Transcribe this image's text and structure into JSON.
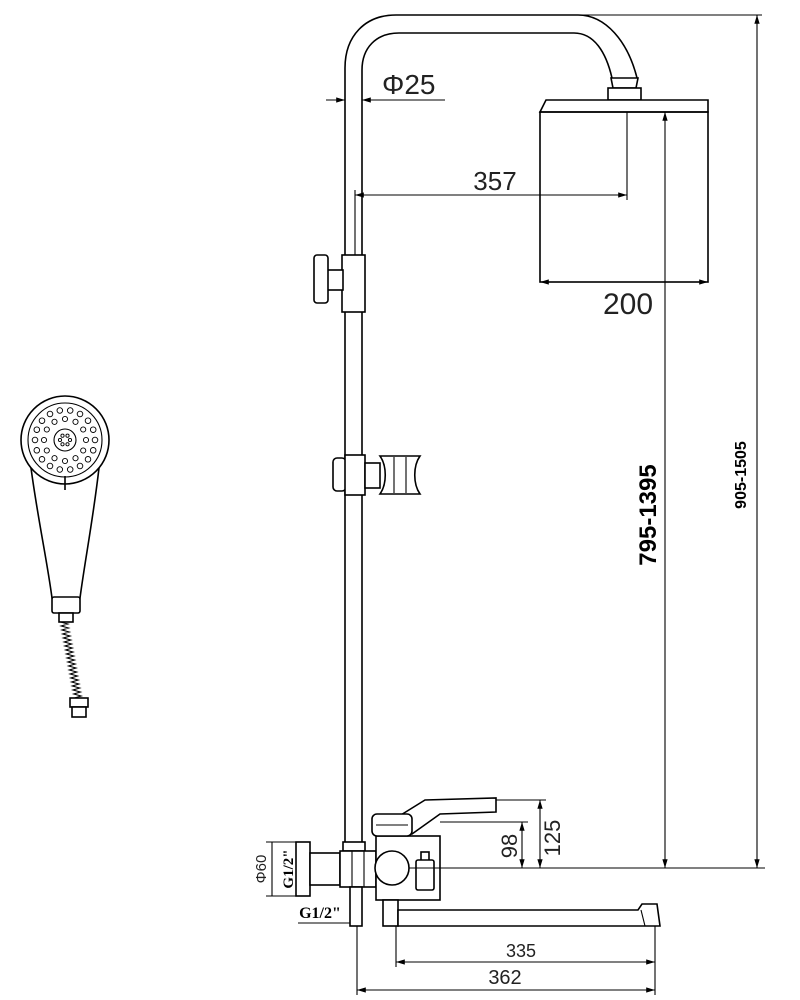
{
  "drawing": {
    "labels": {
      "pipe_diameter": "Φ25",
      "arm_reach": "357",
      "head_width": "200",
      "head_height_range": "795-1395",
      "total_height_range": "905-1505",
      "mixer_dim_98": "98",
      "mixer_dim_125": "125",
      "eccentric_diameter": "Φ60",
      "eccentric_thread": "G1/2\"",
      "outlet_thread": "G1/2\"",
      "spout_dim_335": "335",
      "spout_dim_362": "362"
    }
  }
}
